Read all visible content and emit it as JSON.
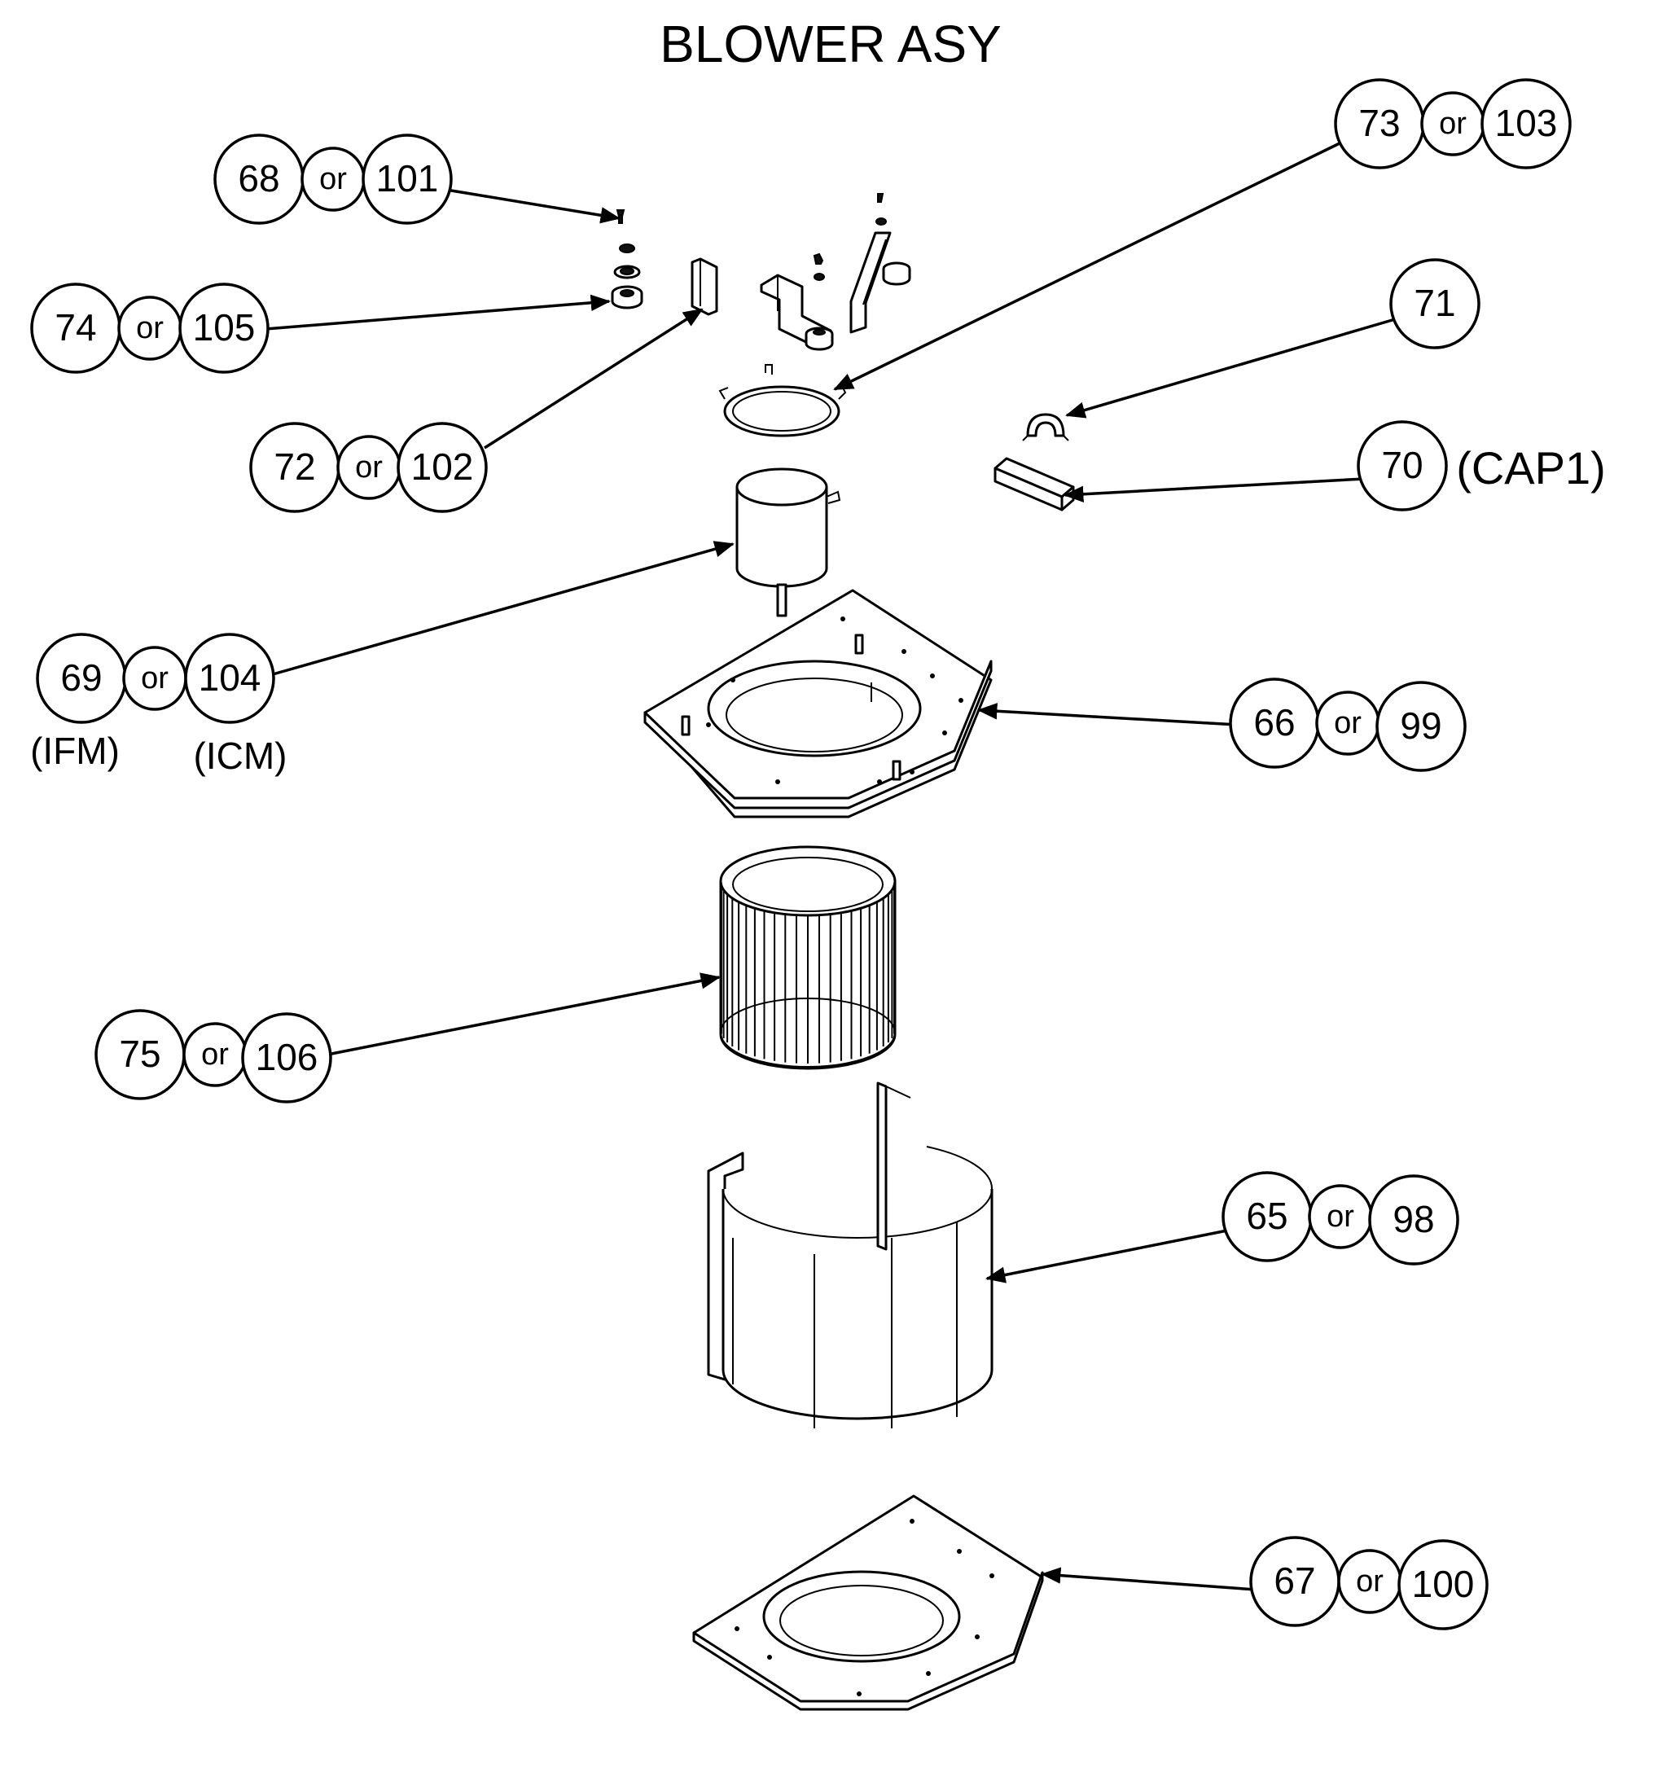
{
  "title": "BLOWER ASY",
  "callouts": [
    {
      "id": "c-68-101",
      "a": "68",
      "sep": "or",
      "b": "101",
      "note": ""
    },
    {
      "id": "c-74-105",
      "a": "74",
      "sep": "or",
      "b": "105",
      "note": ""
    },
    {
      "id": "c-72-102",
      "a": "72",
      "sep": "or",
      "b": "102",
      "note": ""
    },
    {
      "id": "c-69-104",
      "a": "69",
      "sep": "or",
      "b": "104",
      "note": "",
      "label_a": "(IFM)",
      "label_b": "(ICM)"
    },
    {
      "id": "c-75-106",
      "a": "75",
      "sep": "or",
      "b": "106",
      "note": ""
    },
    {
      "id": "c-73-103",
      "a": "73",
      "sep": "or",
      "b": "103",
      "note": ""
    },
    {
      "id": "c-71",
      "a": "71",
      "sep": "",
      "b": "",
      "note": ""
    },
    {
      "id": "c-70",
      "a": "70",
      "sep": "",
      "b": "",
      "note": "(CAP1)"
    },
    {
      "id": "c-66-99",
      "a": "66",
      "sep": "or",
      "b": "99",
      "note": ""
    },
    {
      "id": "c-65-98",
      "a": "65",
      "sep": "or",
      "b": "98",
      "note": ""
    },
    {
      "id": "c-67-100",
      "a": "67",
      "sep": "or",
      "b": "100",
      "note": ""
    }
  ]
}
